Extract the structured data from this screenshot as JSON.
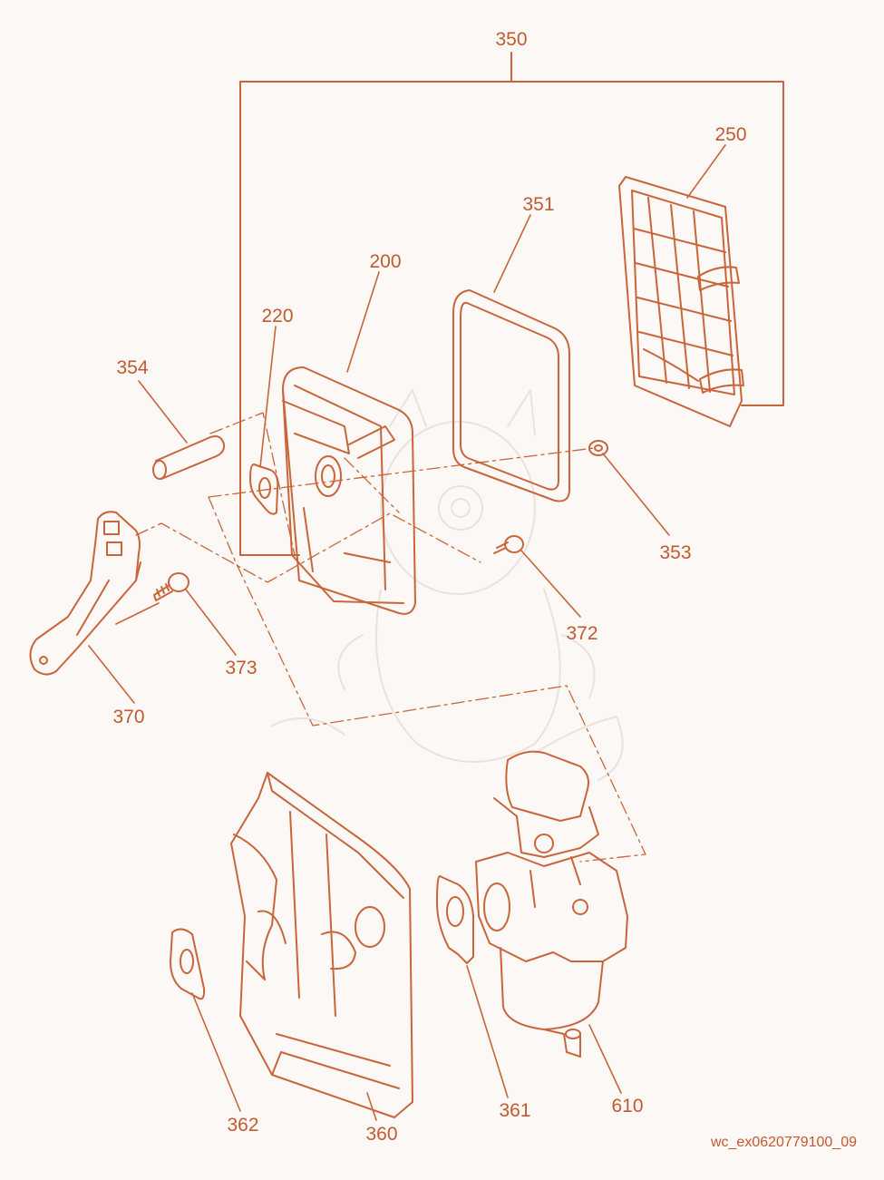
{
  "theme": {
    "line_color": "#c9653a",
    "label_color": "#c25a2f",
    "background": "#fbf8f6"
  },
  "document_id": "wc_ex0620779100_09",
  "callouts": {
    "p350": "350",
    "p250": "250",
    "p351": "351",
    "p200": "200",
    "p220": "220",
    "p354": "354",
    "p353": "353",
    "p372": "372",
    "p373": "373",
    "p370": "370",
    "p362": "362",
    "p360": "360",
    "p361": "361",
    "p610": "610"
  },
  "parts": [
    {
      "key": "p350",
      "part": "air-cleaner-assembly"
    },
    {
      "key": "p250",
      "part": "air-cleaner-cover"
    },
    {
      "key": "p351",
      "part": "filter-element"
    },
    {
      "key": "p200",
      "part": "air-cleaner-case"
    },
    {
      "key": "p220",
      "part": "case-gasket"
    },
    {
      "key": "p354",
      "part": "breather-tube"
    },
    {
      "key": "p353",
      "part": "flange-nut"
    },
    {
      "key": "p372",
      "part": "flange-bolt"
    },
    {
      "key": "p373",
      "part": "mounting-bolt"
    },
    {
      "key": "p370",
      "part": "stay-bracket"
    },
    {
      "key": "p362",
      "part": "insulator-gasket"
    },
    {
      "key": "p360",
      "part": "insulator-base"
    },
    {
      "key": "p361",
      "part": "carburetor-gasket"
    },
    {
      "key": "p610",
      "part": "carburetor"
    }
  ]
}
